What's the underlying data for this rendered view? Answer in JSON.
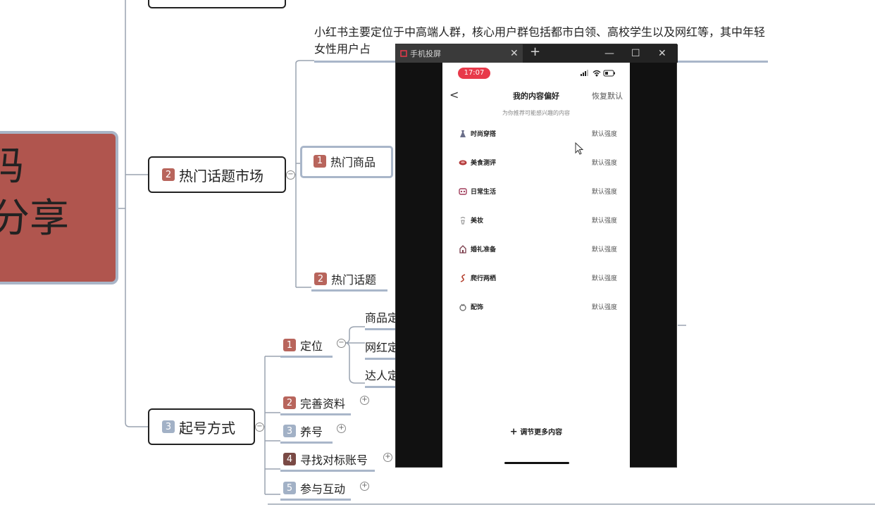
{
  "mindmap": {
    "root": {
      "line1": "码",
      "line2": "分享"
    },
    "topic2": {
      "num": "2",
      "label": "热门话题市场"
    },
    "topic3": {
      "num": "3",
      "label": "起号方式"
    },
    "description": "小红书主要定位于中高端人群，核心用户群包括都市白领、高校学生以及网红等，其中年轻女性用户占",
    "hot_goods": {
      "num": "1",
      "label": "热门商品"
    },
    "hot_topics": {
      "num": "2",
      "label": "热门话题"
    },
    "positioning": {
      "num": "1",
      "label": "定位"
    },
    "pos_children": [
      "商品定",
      "网红定",
      "达人定"
    ],
    "steps": [
      {
        "num": "2",
        "label": "完善资料"
      },
      {
        "num": "3",
        "label": "养号"
      },
      {
        "num": "4",
        "label": "寻找对标账号"
      },
      {
        "num": "5",
        "label": "参与互动"
      }
    ]
  },
  "window": {
    "tab_title": "手机投屏",
    "tab_close": "✕",
    "new_tab": "+",
    "minimize": "—",
    "maximize": "☐",
    "close": "✕"
  },
  "phone": {
    "time": "17:07",
    "back": "<",
    "title": "我的内容偏好",
    "reset": "恢复默认",
    "subtitle": "为你推荐可能感兴趣的内容",
    "prefs": [
      {
        "icon": "dress-icon",
        "name": "时尚穿搭",
        "level": "默认强度"
      },
      {
        "icon": "food-icon",
        "name": "美食测评",
        "level": "默认强度"
      },
      {
        "icon": "life-icon",
        "name": "日常生活",
        "level": "默认强度"
      },
      {
        "icon": "makeup-icon",
        "name": "美妆",
        "level": "默认强度"
      },
      {
        "icon": "wedding-icon",
        "name": "婚礼准备",
        "level": "默认强度"
      },
      {
        "icon": "climbing-icon",
        "name": "爬行两栖",
        "level": "默认强度"
      },
      {
        "icon": "accessory-icon",
        "name": "配饰",
        "level": "默认强度"
      }
    ],
    "more": "调节更多内容",
    "colors": {
      "time_pill": "#e8394a"
    }
  }
}
